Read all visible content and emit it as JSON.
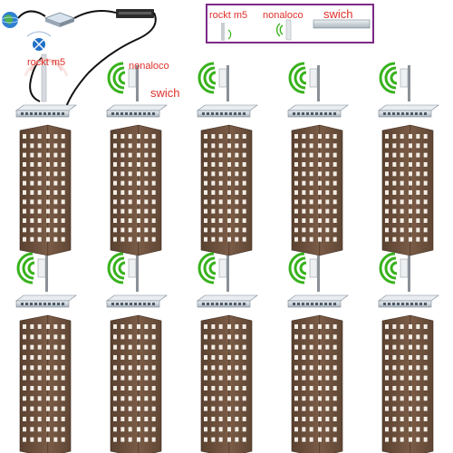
{
  "top": {
    "rocket_label": "rockt m5"
  },
  "first_tower": {
    "antenna_label": "nonaloco",
    "switch_label": "swich"
  },
  "legend": {
    "rocket_label": "rockt m5",
    "antenna_label": "nonaloco",
    "switch_label": "swich"
  },
  "colors": {
    "label": "#e0312b",
    "legend_border": "#7c2a86",
    "signal": "#38b21c",
    "building": "#6e5240",
    "switch": "#cfd6dd",
    "cable": "#111111"
  },
  "icons": [
    "globe-icon",
    "modem-icon",
    "router-icon",
    "switch-icon",
    "antenna-icon",
    "rocket-antenna-icon",
    "wifi-signal-icon",
    "building-icon"
  ],
  "towers": [
    {
      "row": 1,
      "col": 1,
      "antenna": "rocket"
    },
    {
      "row": 1,
      "col": 2,
      "antenna": "nanoloco"
    },
    {
      "row": 1,
      "col": 3,
      "antenna": "nanoloco"
    },
    {
      "row": 1,
      "col": 4,
      "antenna": "nanoloco"
    },
    {
      "row": 1,
      "col": 5,
      "antenna": "nanoloco"
    },
    {
      "row": 2,
      "col": 1,
      "antenna": "nanoloco"
    },
    {
      "row": 2,
      "col": 2,
      "antenna": "nanoloco"
    },
    {
      "row": 2,
      "col": 3,
      "antenna": "nanoloco"
    },
    {
      "row": 2,
      "col": 4,
      "antenna": "nanoloco"
    },
    {
      "row": 2,
      "col": 5,
      "antenna": "nanoloco"
    }
  ]
}
